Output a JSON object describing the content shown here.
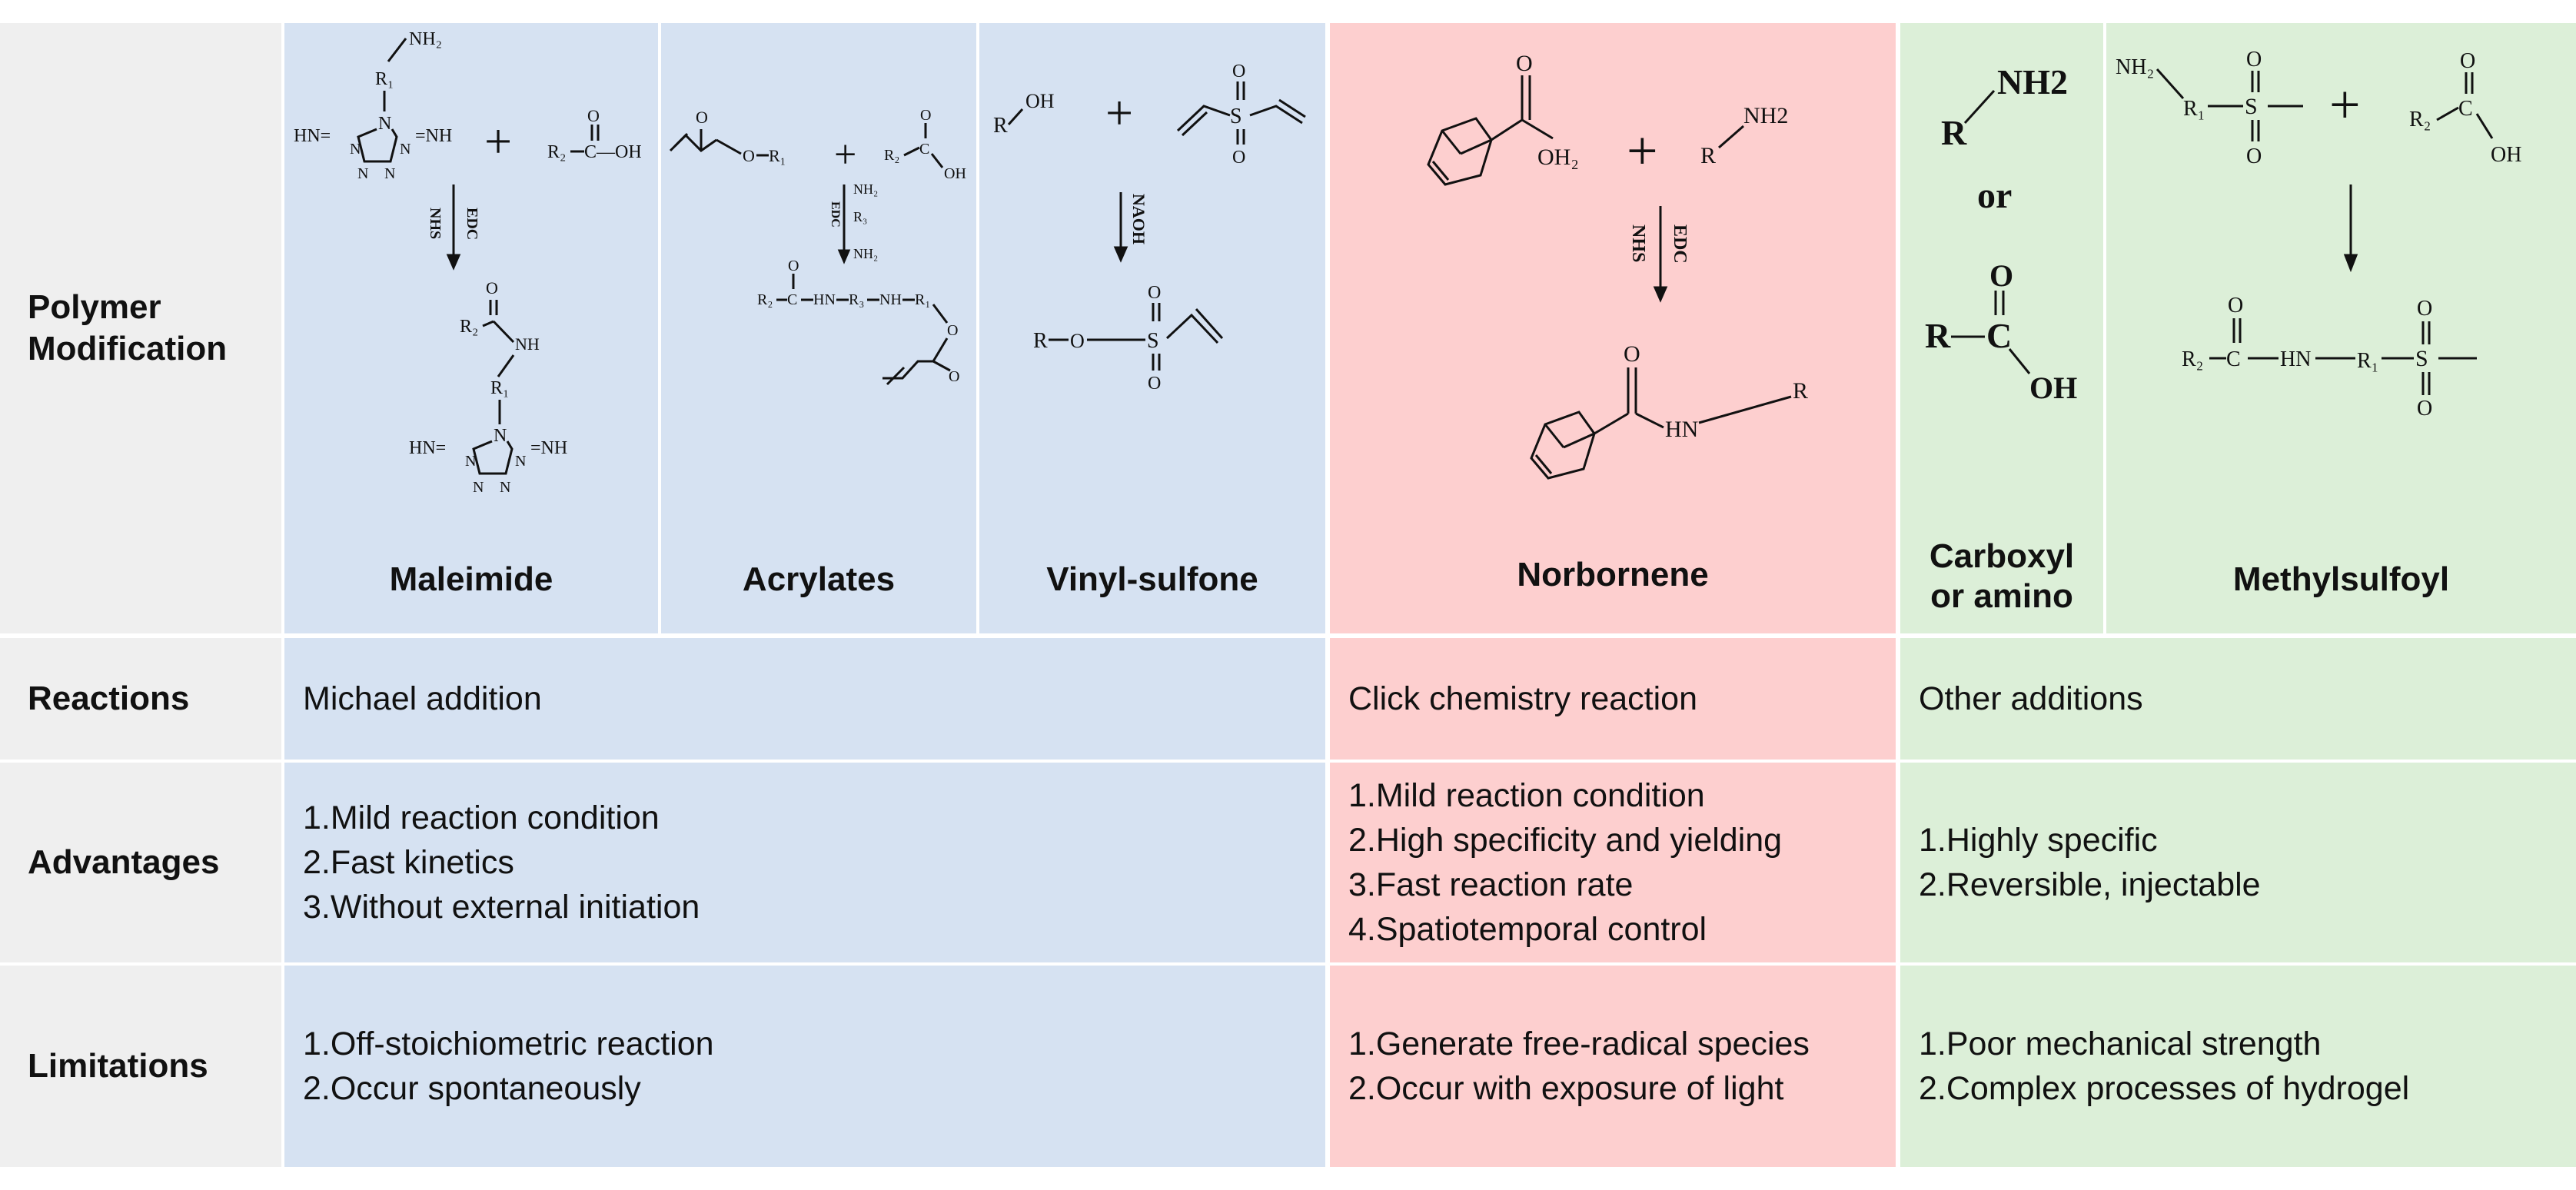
{
  "rows": {
    "polymer_modification": "Polymer Modification",
    "reactions": "Reactions",
    "advantages": "Advantages",
    "limitations": "Limitations"
  },
  "groups": [
    {
      "id": "michael",
      "reaction": "Michael addition",
      "advantages": [
        "1.Mild reaction condition",
        "2.Fast kinetics",
        "3.Without external initiation"
      ],
      "limitations": [
        "1.Off-stoichiometric reaction",
        "2.Occur spontaneously"
      ]
    },
    {
      "id": "click",
      "reaction": "Click chemistry reaction",
      "advantages": [
        "1.Mild reaction condition",
        "2.High specificity and yielding",
        "3.Fast reaction rate",
        "4.Spatiotemporal control"
      ],
      "limitations": [
        "1.Generate free-radical species",
        "2.Occur with exposure of light"
      ]
    },
    {
      "id": "other",
      "reaction": "Other additions",
      "advantages": [
        "1.Highly specific",
        "2.Reversible, injectable"
      ],
      "limitations": [
        "1.Poor mechanical strength",
        "2.Complex processes of hydrogel"
      ]
    }
  ],
  "modifications": {
    "maleimide": "Maleimide",
    "acrylates": "Acrylates",
    "vinyl_sulfone": "Vinyl-sulfone",
    "norbornene": "Norbornene",
    "carboxyl_amino": [
      "Carboxyl",
      "or amino"
    ],
    "methylsulfoyl": "Methylsulfoyl"
  },
  "chem_labels": {
    "nh2": "NH₂",
    "nh2_plain": "NH2",
    "r1": "R₁",
    "r2": "R₂",
    "r3": "R₃",
    "r": "R",
    "hn_eq": "HN=",
    "eq_nh": "=NH",
    "n": "N",
    "cooh": "C—OH",
    "oh": "OH",
    "o": "O",
    "c": "C",
    "s": "S",
    "hn": "HN",
    "nh": "NH",
    "oh2": "OH₂",
    "or": "or",
    "edc": "EDC",
    "nhs": "NHS",
    "naoh": "NAOH",
    "plus": "+"
  },
  "colors": {
    "blue": "#d6e2f2",
    "pink": "#fdcfcf",
    "green": "#dcefd8",
    "header": "#efefef"
  }
}
